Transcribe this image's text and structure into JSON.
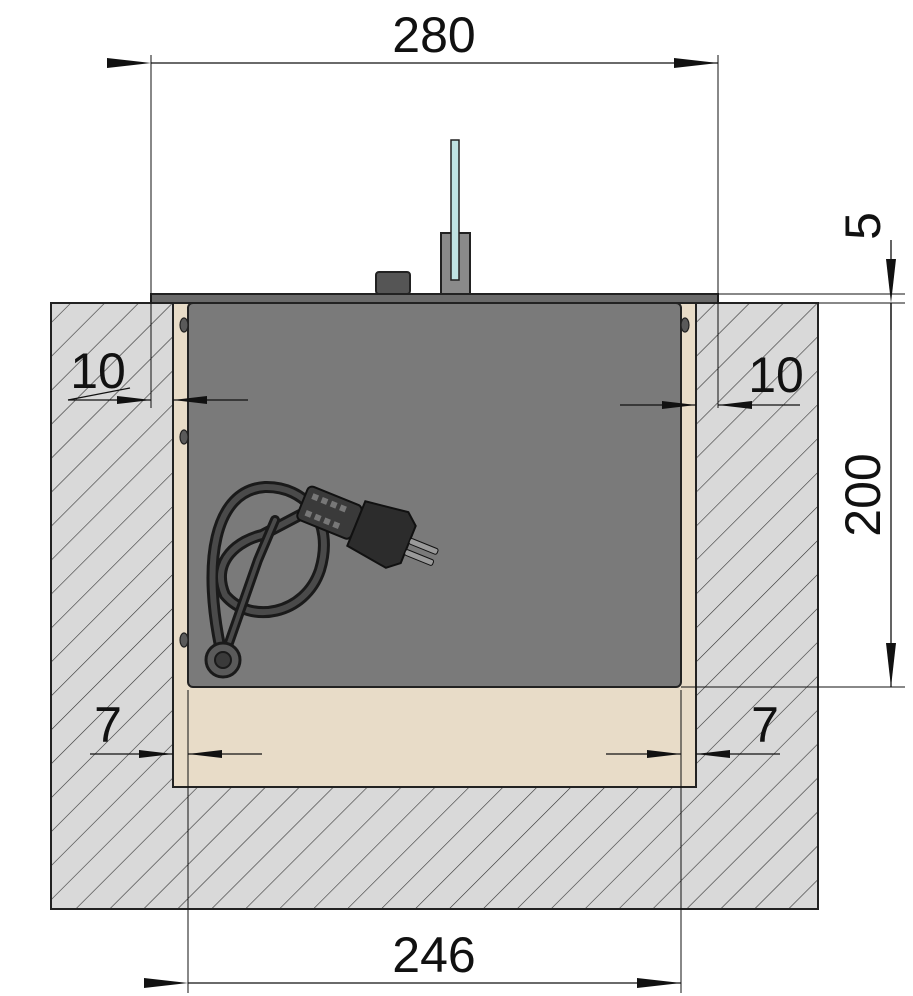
{
  "dimensions": {
    "overall_width": "280",
    "flange_thickness": "5",
    "left_gap_top": "10",
    "right_gap_top": "10",
    "body_height": "200",
    "left_gap_bottom": "7",
    "right_gap_bottom": "7",
    "body_width": "246"
  },
  "colors": {
    "hatch_fill": "#d9d9d9",
    "hatch_line": "#333333",
    "liner": "#e8dcc8",
    "housing": "#7a7a7a",
    "flange": "#6a6a6a",
    "cable": "#2b2b2b",
    "antenna": "#bfe3e3"
  },
  "parts": {
    "hatching": "section-hatching",
    "cable": "power-cable-coil",
    "plug": "schuko-plug-icon",
    "knob": "control-knob",
    "antenna": "antenna-rod"
  }
}
